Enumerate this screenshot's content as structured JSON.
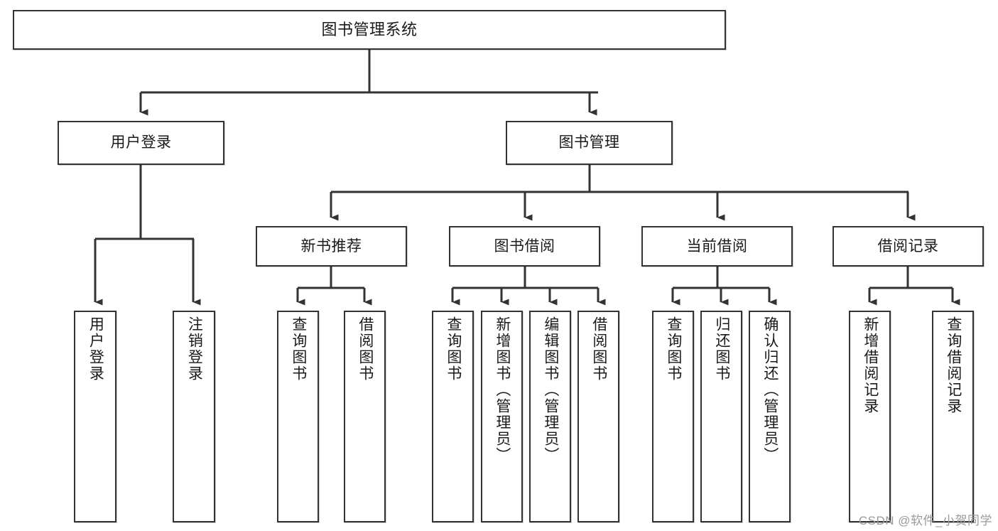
{
  "diagram": {
    "type": "tree-hierarchy",
    "title": "图书管理系统",
    "watermark": "CSDN @软件_小贺同学",
    "colors": {
      "stroke": "#333333",
      "box_fill": "#ffffff",
      "text": "#1a1a1a",
      "watermark": "#9a9a9a",
      "background": "#ffffff"
    },
    "nodes": {
      "root": {
        "label": "图书管理系统",
        "orientation": "horizontal"
      },
      "level2": [
        {
          "id": "user-login",
          "label": "用户登录",
          "orientation": "horizontal"
        },
        {
          "id": "book-management",
          "label": "图书管理",
          "orientation": "horizontal"
        }
      ],
      "level3": [
        {
          "id": "new-book-recommend",
          "label": "新书推荐",
          "orientation": "horizontal"
        },
        {
          "id": "book-borrow",
          "label": "图书借阅",
          "orientation": "horizontal"
        },
        {
          "id": "current-borrow",
          "label": "当前借阅",
          "orientation": "horizontal"
        },
        {
          "id": "borrow-record",
          "label": "借阅记录",
          "orientation": "horizontal"
        }
      ],
      "leaves": [
        {
          "id": "leaf-user-login",
          "label": "用户登录",
          "parent": "user-login",
          "orientation": "vertical"
        },
        {
          "id": "leaf-user-logout",
          "label": "注销登录",
          "parent": "user-login",
          "orientation": "vertical"
        },
        {
          "id": "leaf-query-book-1",
          "label": "查询图书",
          "parent": "new-book-recommend",
          "orientation": "vertical"
        },
        {
          "id": "leaf-borrow-book-1",
          "label": "借阅图书",
          "parent": "new-book-recommend",
          "orientation": "vertical"
        },
        {
          "id": "leaf-query-book-2",
          "label": "查询图书",
          "parent": "book-borrow",
          "orientation": "vertical"
        },
        {
          "id": "leaf-add-book",
          "label": "新增图书（管理员）",
          "parent": "book-borrow",
          "orientation": "vertical"
        },
        {
          "id": "leaf-edit-book",
          "label": "编辑图书（管理员）",
          "parent": "book-borrow",
          "orientation": "vertical"
        },
        {
          "id": "leaf-borrow-book-2",
          "label": "借阅图书",
          "parent": "book-borrow",
          "orientation": "vertical"
        },
        {
          "id": "leaf-query-book-3",
          "label": "查询图书",
          "parent": "current-borrow",
          "orientation": "vertical"
        },
        {
          "id": "leaf-return-book",
          "label": "归还图书",
          "parent": "current-borrow",
          "orientation": "vertical"
        },
        {
          "id": "leaf-confirm-return",
          "label": "确认归还（管理员）",
          "parent": "current-borrow",
          "orientation": "vertical"
        },
        {
          "id": "leaf-add-record",
          "label": "新增借阅记录",
          "parent": "borrow-record",
          "orientation": "vertical"
        },
        {
          "id": "leaf-query-record",
          "label": "查询借阅记录",
          "parent": "borrow-record",
          "orientation": "vertical"
        }
      ]
    }
  }
}
